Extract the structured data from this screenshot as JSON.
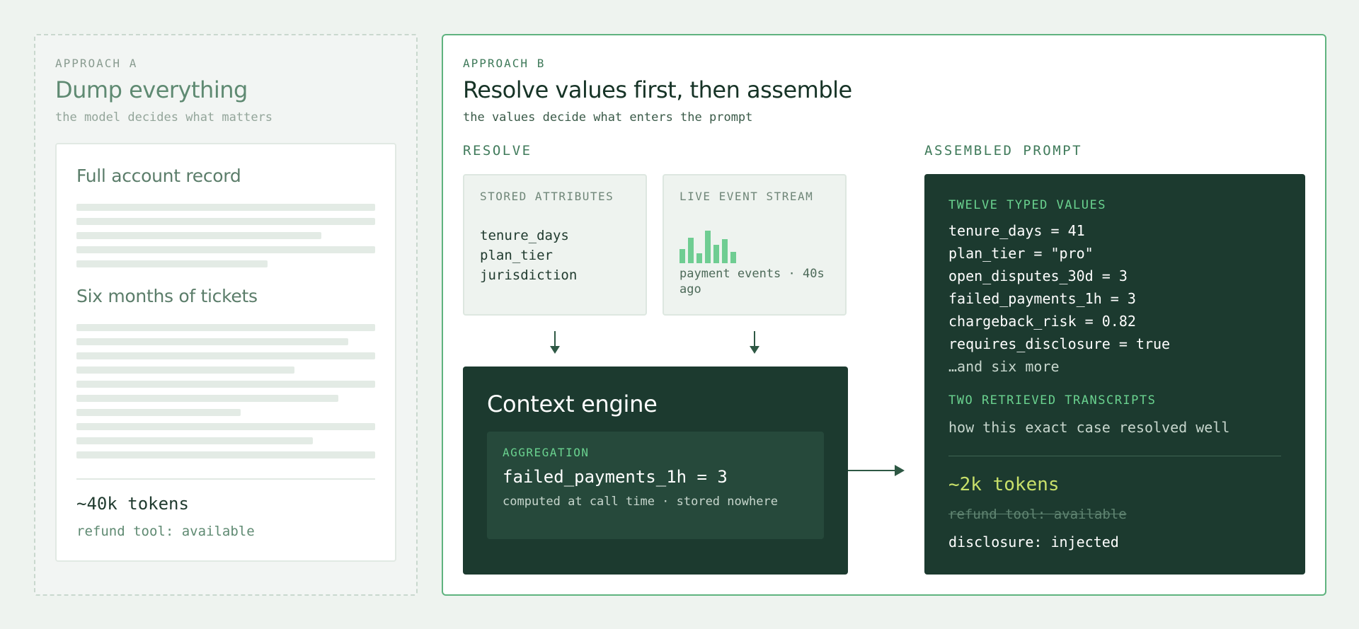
{
  "approach_a": {
    "eyebrow": "APPROACH A",
    "title": "Dump everything",
    "subtitle": "the model decides what matters",
    "card": {
      "heading_account": "Full account record",
      "heading_tickets": "Six months of tickets",
      "tokens": "~40k tokens",
      "refund": "refund tool: available"
    }
  },
  "approach_b": {
    "eyebrow": "APPROACH B",
    "title": "Resolve values first, then assemble",
    "subtitle": "the values decide what enters the prompt",
    "resolve_label": "RESOLVE",
    "stored": {
      "label": "STORED ATTRIBUTES",
      "attributes": [
        "tenure_days",
        "plan_tier",
        "jurisdiction"
      ]
    },
    "live": {
      "label": "LIVE EVENT STREAM",
      "caption": "payment events · 40s ago"
    },
    "engine": {
      "title": "Context engine",
      "agg_label": "AGGREGATION",
      "agg_value": "failed_payments_1h = 3",
      "agg_note": "computed at call time · stored nowhere"
    },
    "assembled_label": "ASSEMBLED PROMPT",
    "prompt": {
      "typed_label": "TWELVE TYPED VALUES",
      "values": [
        "tenure_days = 41",
        "plan_tier = \"pro\"",
        "open_disputes_30d = 3",
        "failed_payments_1h = 3",
        "chargeback_risk = 0.82",
        "requires_disclosure = true"
      ],
      "more": "…and six more",
      "transcripts_label": "TWO RETRIEVED TRANSCRIPTS",
      "transcripts_desc": "how this exact case resolved well",
      "tokens": "~2k tokens",
      "refund": "refund tool: available",
      "disclosure": "disclosure: injected"
    }
  },
  "colors": {
    "accent_green": "#6ad28f",
    "dark_panel": "#1c3a2f",
    "token_highlight": "#c8e06a"
  }
}
